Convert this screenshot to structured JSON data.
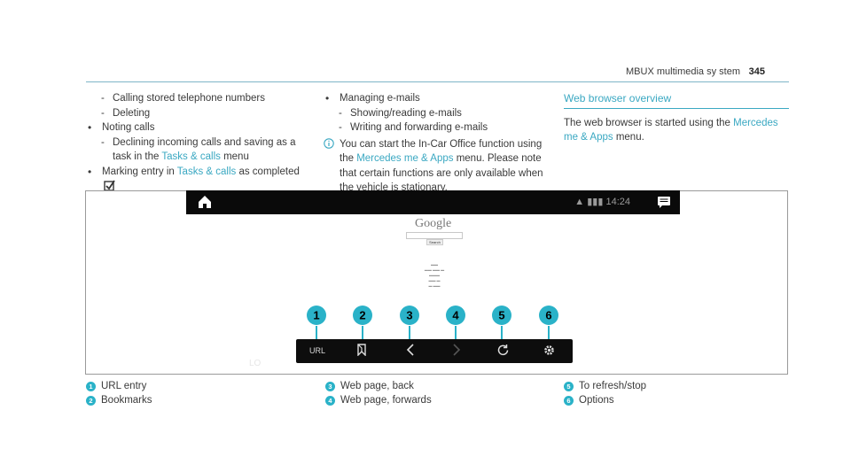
{
  "header": {
    "title": "MBUX multimedia sy stem",
    "page": "345"
  },
  "col1": {
    "dash1": "Calling stored telephone numbers",
    "dash2": "Deleting",
    "bullet1": "Noting calls",
    "dash3a": "Declining incoming calls and saving as a",
    "dash3b_pre": "task in the ",
    "dash3b_link": "Tasks & calls",
    "dash3b_post": " menu",
    "bullet2_pre": "Marking entry in ",
    "bullet2_link": "Tasks & calls",
    "bullet2_post": " as completed",
    "check_icon": "checkbox-checked-icon"
  },
  "col2": {
    "bullet1": "Managing e-mails",
    "dash1": "Showing/reading e-mails",
    "dash2": "Writing and forwarding e-mails",
    "note_line1": "You can start the In-Car Office function using",
    "note_line2_pre": "the ",
    "note_line2_link": "Mercedes me & Apps",
    "note_line2_post": " menu. Please note",
    "note_line3": "that certain functions are only available when",
    "note_line4": "the vehicle is stationary.",
    "note_icon": "info-icon"
  },
  "col3": {
    "section_title": "Web browser overview",
    "line1_pre": "The web browser is started using the ",
    "line1_link": "Mercedes",
    "line2_link": "me & Apps",
    "line2_post": " menu."
  },
  "screen": {
    "time": "14:24",
    "search_logo": "Google",
    "search_button": "Search",
    "watermark": "LO",
    "toolbar": {
      "url": "URL"
    },
    "callouts": [
      "1",
      "2",
      "3",
      "4",
      "5",
      "6"
    ]
  },
  "legend": [
    {
      "n": "1",
      "text": "URL entry"
    },
    {
      "n": "2",
      "text": "Bookmarks"
    },
    {
      "n": "3",
      "text": "Web page, back"
    },
    {
      "n": "4",
      "text": "Web page, forwards"
    },
    {
      "n": "5",
      "text": "To refresh/stop"
    },
    {
      "n": "6",
      "text": "Options"
    }
  ],
  "colors": {
    "accent": "#3aa8c2",
    "callout": "#2ab2c8",
    "text": "#3a3a3a",
    "screen_bg": "#0a0a0a"
  }
}
